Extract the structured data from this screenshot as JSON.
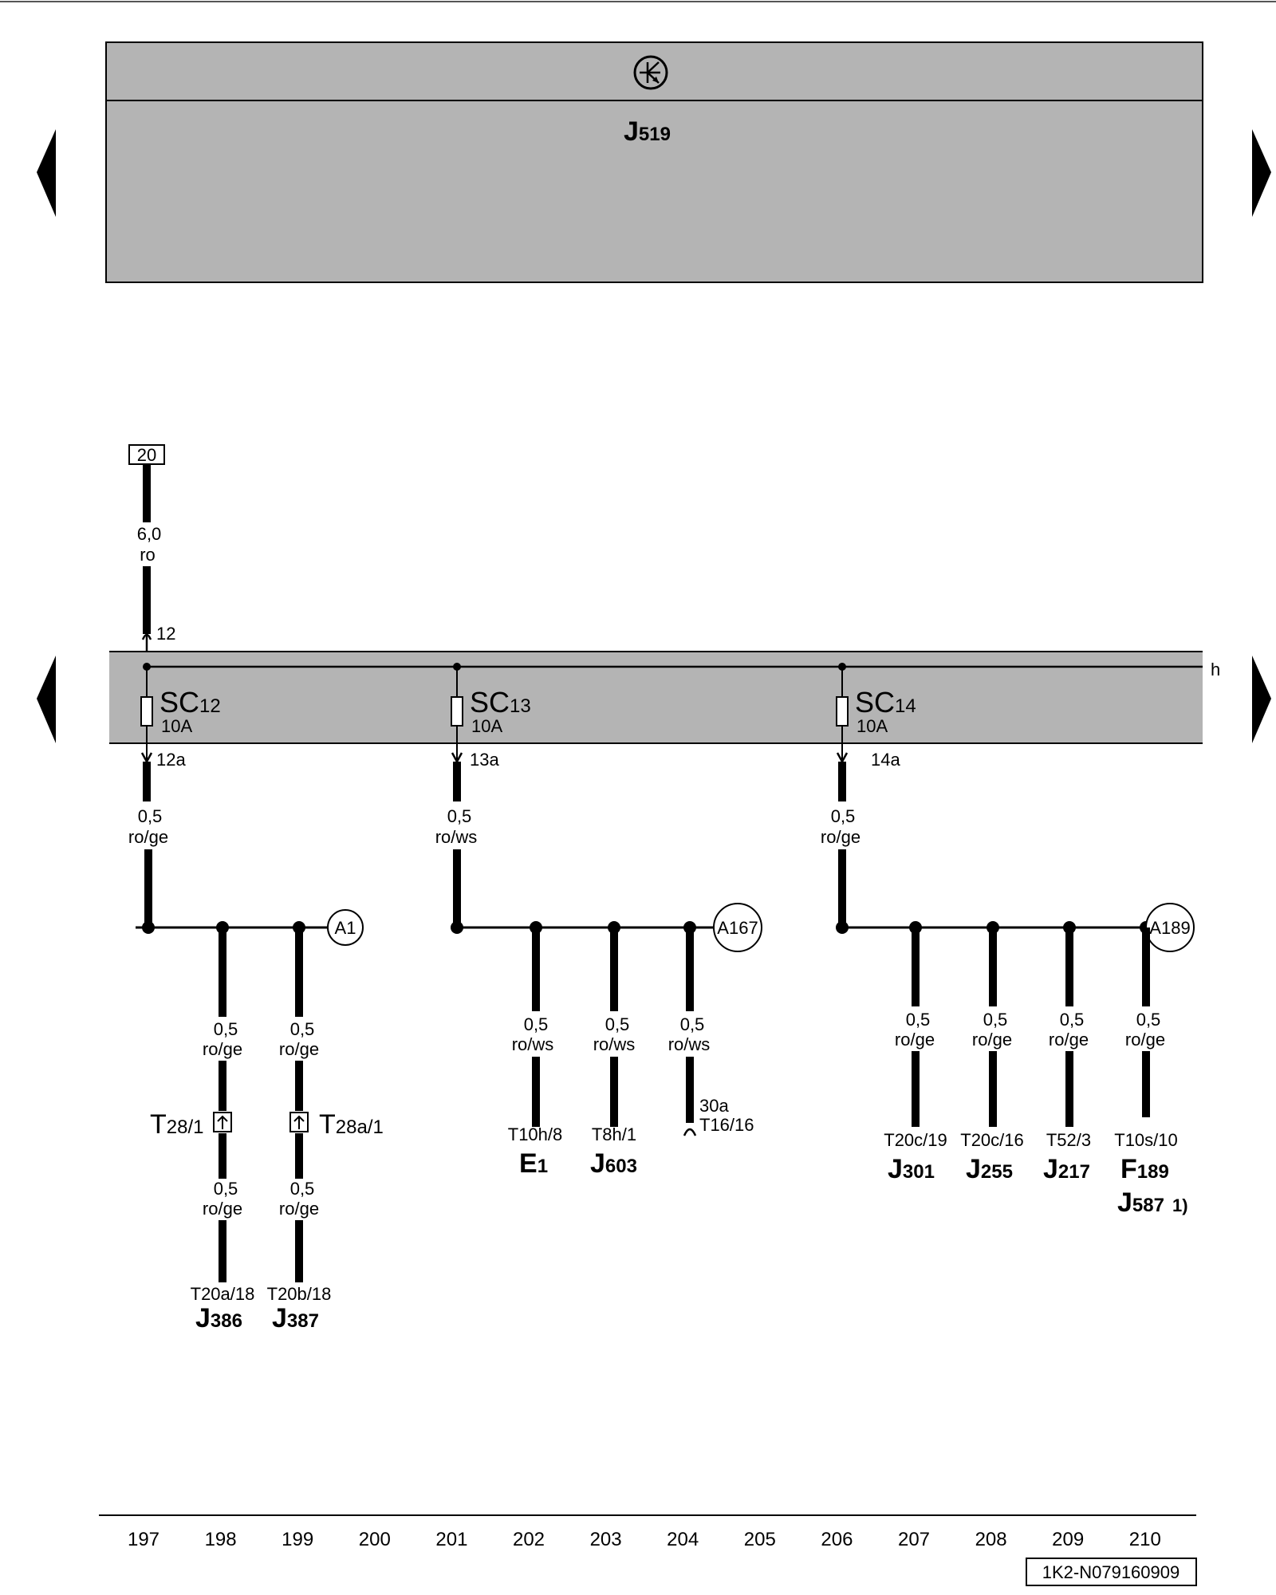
{
  "module": {
    "name_main": "J",
    "name_sub": "519"
  },
  "input": {
    "box": "20",
    "size": "6,0",
    "color": "ro",
    "pin": "12"
  },
  "bus": {
    "label": "h"
  },
  "fuses": [
    {
      "main": "SC",
      "sub": "12",
      "rating": "10A",
      "out_pin": "12a",
      "size": "0,5",
      "color": "ro/ge"
    },
    {
      "main": "SC",
      "sub": "13",
      "rating": "10A",
      "out_pin": "13a",
      "size": "0,5",
      "color": "ro/ws"
    },
    {
      "main": "SC",
      "sub": "14",
      "rating": "10A",
      "out_pin": "14a",
      "size": "0,5",
      "color": "ro/ge"
    }
  ],
  "junctions": [
    "A1",
    "A167",
    "A189"
  ],
  "branches": [
    {
      "size": "0,5",
      "color": "ro/ge",
      "connector_main": "T",
      "connector_sub": "28/1",
      "size2": "0,5",
      "color2": "ro/ge",
      "pin": "T20a/18",
      "comp_main": "J",
      "comp_sub": "386"
    },
    {
      "size": "0,5",
      "color": "ro/ge",
      "connector_main": "T",
      "connector_sub": "28a/1",
      "size2": "0,5",
      "color2": "ro/ge",
      "pin": "T20b/18",
      "comp_main": "J",
      "comp_sub": "387"
    },
    {
      "size": "0,5",
      "color": "ro/ws",
      "pin": "T10h/8",
      "comp_main": "E",
      "comp_sub": "1"
    },
    {
      "size": "0,5",
      "color": "ro/ws",
      "pin": "T8h/1",
      "comp_main": "J",
      "comp_sub": "603"
    },
    {
      "size": "0,5",
      "color": "ro/ws",
      "pin_a": "30a",
      "pin_b": "T16/16"
    },
    {
      "size": "0,5",
      "color": "ro/ge",
      "pin": "T20c/19",
      "comp_main": "J",
      "comp_sub": "301"
    },
    {
      "size": "0,5",
      "color": "ro/ge",
      "pin": "T20c/16",
      "comp_main": "J",
      "comp_sub": "255"
    },
    {
      "size": "0,5",
      "color": "ro/ge",
      "pin": "T52/3",
      "comp_main": "J",
      "comp_sub": "217"
    },
    {
      "size": "0,5",
      "color": "ro/ge",
      "pin": "T10s/10",
      "comp_main": "F",
      "comp_sub": "189",
      "comp2_main": "J",
      "comp2_sub": "587",
      "comp2_note": "1)"
    }
  ],
  "scale": [
    "197",
    "198",
    "199",
    "200",
    "201",
    "202",
    "203",
    "204",
    "205",
    "206",
    "207",
    "208",
    "209",
    "210"
  ],
  "doc_id": "1K2-N079160909",
  "colors": {
    "panel": "#b4b4b4",
    "wire": "#000000",
    "background": "#ffffff"
  }
}
